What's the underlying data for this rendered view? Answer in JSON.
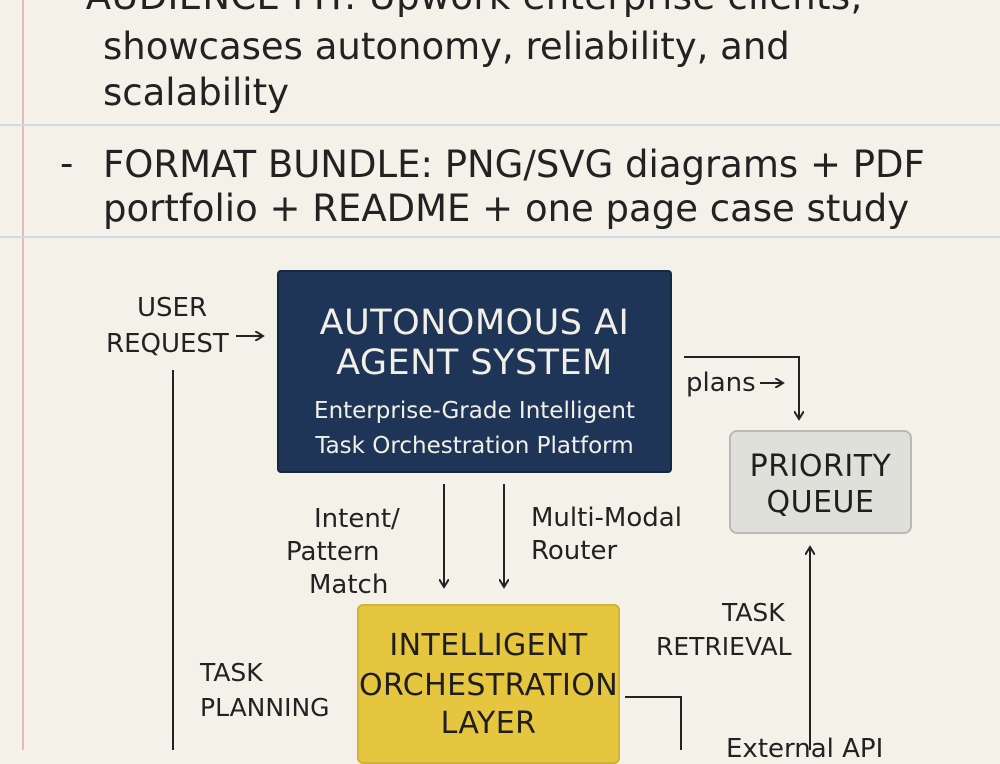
{
  "notes": {
    "line1": "- AUDIENCE FIT: Upwork enterprise clients;",
    "line2": "showcases autonomy, reliability, and",
    "line3": "scalability",
    "bullet2_dash": "-",
    "bullet2_line1": "FORMAT BUNDLE: PNG/SVG diagrams + PDF",
    "bullet2_line2": "portfolio + README + one page case study"
  },
  "diagram": {
    "user_request": {
      "line1": "USER",
      "line2": "REQUEST"
    },
    "main_box": {
      "title_line1": "AUTONOMOUS AI",
      "title_line2": "AGENT SYSTEM",
      "subtitle_line1": "Enterprise-Grade Intelligent",
      "subtitle_line2": "Task Orchestration Platform"
    },
    "plans_label": "plans",
    "priority_queue": {
      "line1": "PRIORITY",
      "line2": "QUEUE"
    },
    "intent_label": {
      "line1": "Intent/",
      "line2": "Pattern",
      "line3": "Match"
    },
    "router_label": {
      "line1": "Multi-Modal",
      "line2": "Router"
    },
    "task_retrieval": {
      "line1": "TASK",
      "line2": "RETRIEVAL"
    },
    "task_planning": {
      "line1": "TASK",
      "line2": "PLANNING"
    },
    "orchestration_box": {
      "line1": "INTELLIGENT",
      "line2": "ORCHESTRATION",
      "line3": "LAYER"
    },
    "external_partial": "External API"
  },
  "colors": {
    "paper": "#f3f1e8",
    "main_box": "#1f3558",
    "priority_box": "#dfe0da",
    "orchestration_box": "#e7c63f",
    "ruled_line": "#cfd9ea",
    "margin_line": "#e7b8bb",
    "ink": "#222222"
  }
}
